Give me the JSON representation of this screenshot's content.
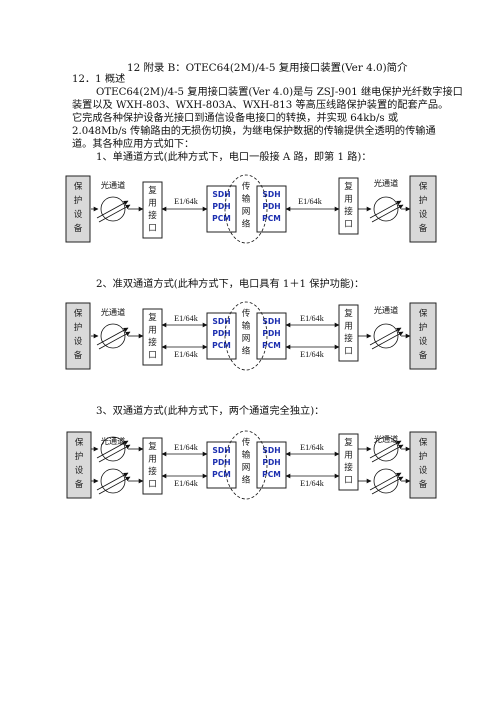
{
  "doc": {
    "title": "12 附录 B：OTEC64(2M)/4-5 复用接口装置(Ver 4.0)简介",
    "section": "12．1 概述",
    "para": [
      "OTEC64(2M)/4-5 复用接口装置(Ver 4.0)是与 ZSJ-901 继电保护光纤数字接口",
      "装置以及 WXH-803、WXH-803A、WXH-813 等高压线路保护装置的配套产品。",
      "它完成各种保护设备光接口到通信设备电接口的转换，并实现 64kb/s 或",
      "2.048Mb/s 传输路由的无损伤切换，为继电保护数据的传输提供全透明的传输通",
      "道。其各种应用方式如下："
    ],
    "modes": [
      "1、单通道方式(此种方式下，电口一般接 A 路，即第 1 路)：",
      "2、准双通道方式(此种方式下，电口具有 1＋1 保护功能)：",
      "3、双通道方式(此种方式下，两个通道完全独立)："
    ]
  },
  "diagram": {
    "protection": [
      "保",
      "护",
      "设",
      "备"
    ],
    "mux": [
      "复",
      "用",
      "接",
      "口"
    ],
    "network": [
      "传",
      "输",
      "网",
      "络"
    ],
    "sdh": [
      "SDH",
      "PDH",
      "PCM"
    ],
    "fiber_label": "光通道",
    "e1_label": "E1/64k"
  }
}
